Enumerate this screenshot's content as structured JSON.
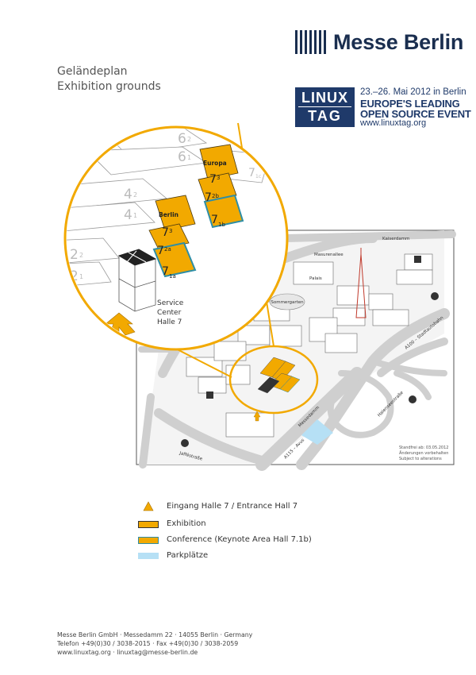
{
  "header": {
    "brand": "Messe Berlin",
    "title_de": "Geländeplan",
    "title_en": "Exhibition grounds"
  },
  "event": {
    "logo_line1": "LINUX",
    "logo_line2": "TAG",
    "date": "23.–26. Mai 2012 in Berlin",
    "tagline1": "EUROPE'S LEADING",
    "tagline2": "OPEN SOURCE EVENT",
    "url": "www.linuxtag.org"
  },
  "map": {
    "zoom_halls": {
      "hall_6_2": "6",
      "hall_6_2_sub": "2",
      "hall_6_1": "6",
      "hall_6_1_sub": "1",
      "hall_7c": "7",
      "hall_7c_sub": "1c",
      "hall_4_2": "4",
      "hall_4_2_sub": "2",
      "hall_4_1": "4",
      "hall_4_1_sub": "1",
      "hall_2_2": "2",
      "hall_2_2_sub": "2",
      "hall_2_1": "2",
      "hall_2_1_sub": "1",
      "europa_label": "Europa",
      "europa_num": "7",
      "europa_sub": "3",
      "e_2b_num": "7",
      "e_2b_sub": "2b",
      "e_1b_num": "7",
      "e_1b_sub": "1b",
      "berlin_label": "Berlin",
      "berlin_num": "7",
      "berlin_sub": "3",
      "b_2a_num": "7",
      "b_2a_sub": "2a",
      "b_1a_num": "7",
      "b_1a_sub": "1a"
    },
    "service_center": [
      "Service",
      "Center",
      "Halle 7"
    ],
    "streets": {
      "kaiserdamm": "Kaiserdamm",
      "masurenallee": "Masurenallee",
      "messedamm": "Messedamm",
      "jafferstrasse": "Jafféstraße",
      "a100": "A100 – Stadtautobahn",
      "a115": "A115 – Avus",
      "halenseestrasse": "Halenseestraße",
      "sommergarten": "Sommergarten",
      "palais": "Palais"
    },
    "status_note": [
      "Standfrei ab: 03.05.2012",
      "Änderungen vorbehalten",
      "Subject to alterations"
    ]
  },
  "legend": [
    {
      "label": "Eingang Halle 7 / Entrance Hall 7",
      "kind": "arrow"
    },
    {
      "label": "Exhibition",
      "kind": "exhibition"
    },
    {
      "label": "Conference (Keynote Area Hall 7.1b)",
      "kind": "conference"
    },
    {
      "label": "Parkplätze",
      "kind": "parking"
    }
  ],
  "colors": {
    "accent_orange": "#f2a900",
    "conference_border": "#2e8ea6",
    "parking": "#b6e0f5",
    "brand_blue": "#1a2e4f",
    "road_gray": "#cfcfcf"
  },
  "footer": {
    "line1": "Messe Berlin GmbH · Messedamm 22 · 14055 Berlin · Germany",
    "line2": "Telefon +49(0)30 / 3038-2015 · Fax +49(0)30 / 3038-2059",
    "line3": "www.linuxtag.org · linuxtag@messe-berlin.de"
  }
}
